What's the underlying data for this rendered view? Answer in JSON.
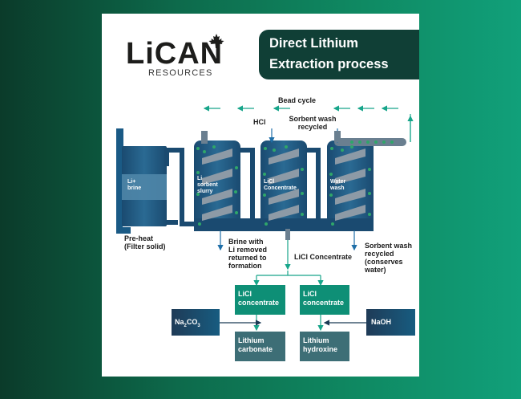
{
  "logo": {
    "main": "LiCAN",
    "sub": "RESOURCES",
    "leaf_icon": "maple-leaf-icon"
  },
  "title": {
    "line1": "Direct Lithium",
    "line2": "Extraction process"
  },
  "labels": {
    "bead_cycle": "Bead cycle",
    "hcl": "HCl",
    "sorbent_wash_top": [
      "Sorbent wash",
      "recycled"
    ],
    "li_brine": [
      "Li+",
      "brine"
    ],
    "li_sorbent_slurry": [
      "Li",
      "sorbent",
      "slurry"
    ],
    "licl_concentrate_tank": [
      "LiCl",
      "Concentrate"
    ],
    "water_wash": [
      "Water",
      "wash"
    ],
    "pre_heat": [
      "Pre-heat",
      "(Filter solid)"
    ],
    "brine_out": [
      "Brine with",
      "Li removed",
      "returned to",
      "formation"
    ],
    "licl_concentrate_out": "LiCl Concentrate",
    "sorbent_wash_bottom": [
      "Sorbent wash",
      "recycled",
      "(conserves",
      "water)"
    ]
  },
  "boxes": {
    "licl_left": [
      "LiCl",
      "concentrate"
    ],
    "licl_right": [
      "LiCl",
      "concentrate"
    ],
    "lithium_carbonate": [
      "Lithium",
      "carbonate"
    ],
    "lithium_hydroxine": [
      "Lithium",
      "hydroxine"
    ],
    "na2co3": {
      "main": "Na",
      "sub1": "2",
      "mid": "CO",
      "sub2": "3"
    },
    "naoh": "NaOH"
  },
  "colors": {
    "arrow_teal": "#17a58a",
    "flow_blue": "#1f6fa8",
    "tank_dark": "#1b4a6b",
    "bead_green": "#2fa66a",
    "box_teal": "#0e8f76",
    "box_slate": "#3d6e76",
    "title_bg": "#103f36"
  }
}
